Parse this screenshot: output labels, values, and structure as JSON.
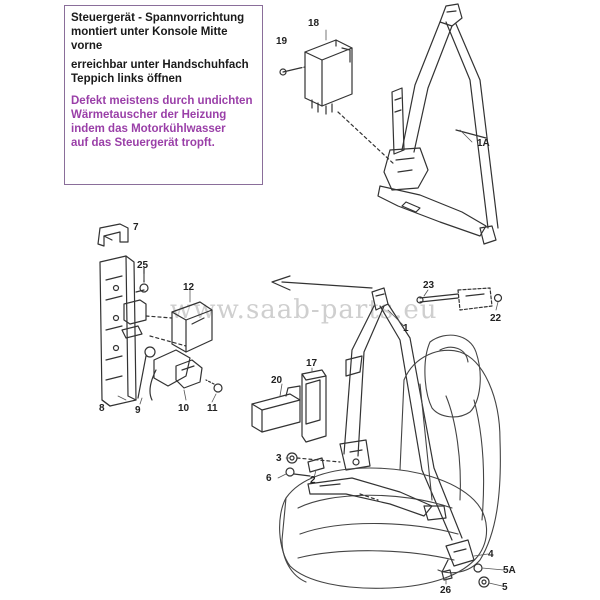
{
  "note": {
    "lines": [
      "Steuergerät - Spannvorrichtung",
      "montiert unter Konsole Mitte",
      "vorne",
      "erreichbar unter Handschuhfach",
      "Teppich links öffnen"
    ],
    "defect_lines": [
      "Defekt meistens durch undichten",
      "Wärmetauscher der Heizung",
      "indem das Motorkühlwasser",
      "auf das Steuergerät tropft."
    ],
    "accent_color": "#9a3fa8"
  },
  "watermark": "www.saab-parts.eu",
  "callouts": {
    "p18": "18",
    "p19": "19",
    "p1A": "1A",
    "p7": "7",
    "p25": "25",
    "p12": "12",
    "p8": "8",
    "p9": "9",
    "p10": "10",
    "p11": "11",
    "p23": "23",
    "p22": "22",
    "p1": "1",
    "p17": "17",
    "p20": "20",
    "p3": "3",
    "p6": "6",
    "p2": "2",
    "p4": "4",
    "p5A": "5A",
    "p26": "26",
    "p5": "5"
  }
}
